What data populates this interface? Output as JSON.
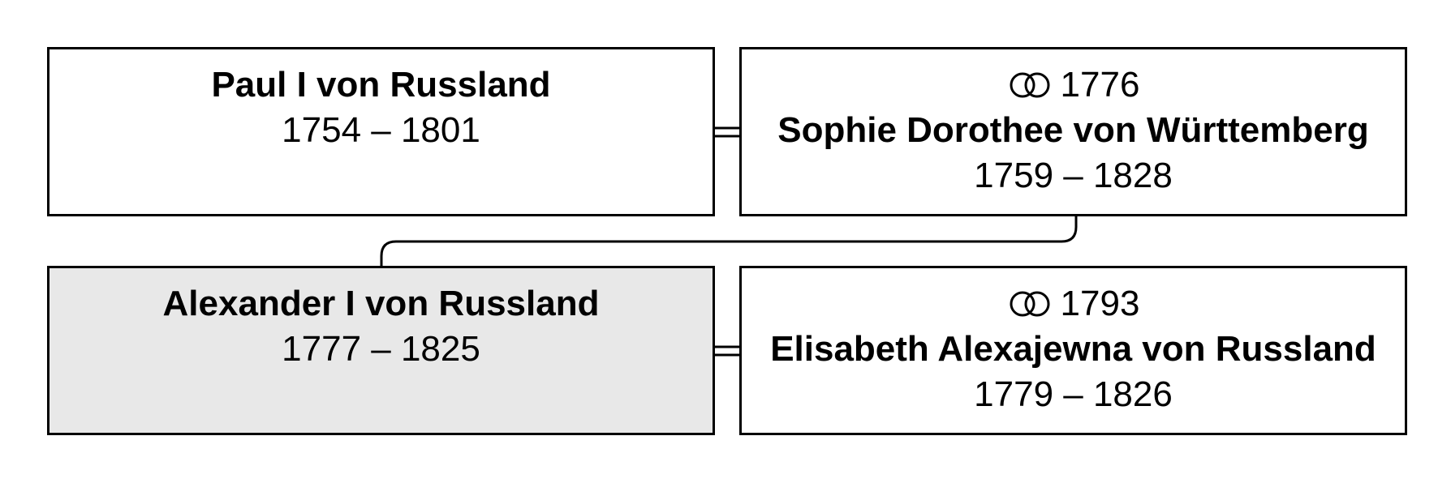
{
  "persons": {
    "paul": {
      "name": "Paul I von Russland",
      "dates": "1754 – 1801"
    },
    "sophie": {
      "marriage_year": "1776",
      "name": "Sophie Dorothee von Württemberg",
      "dates": "1759 – 1828"
    },
    "alexander": {
      "name": "Alexander I von Russland",
      "dates": "1777 – 1825"
    },
    "elisabeth": {
      "marriage_year": "1793",
      "name": "Elisabeth Alexajewna von Russland",
      "dates": "1779 – 1826"
    }
  },
  "icons": {
    "marriage": "rings-icon"
  },
  "colors": {
    "highlight_background": "#e8e8e8",
    "border": "#000000"
  }
}
